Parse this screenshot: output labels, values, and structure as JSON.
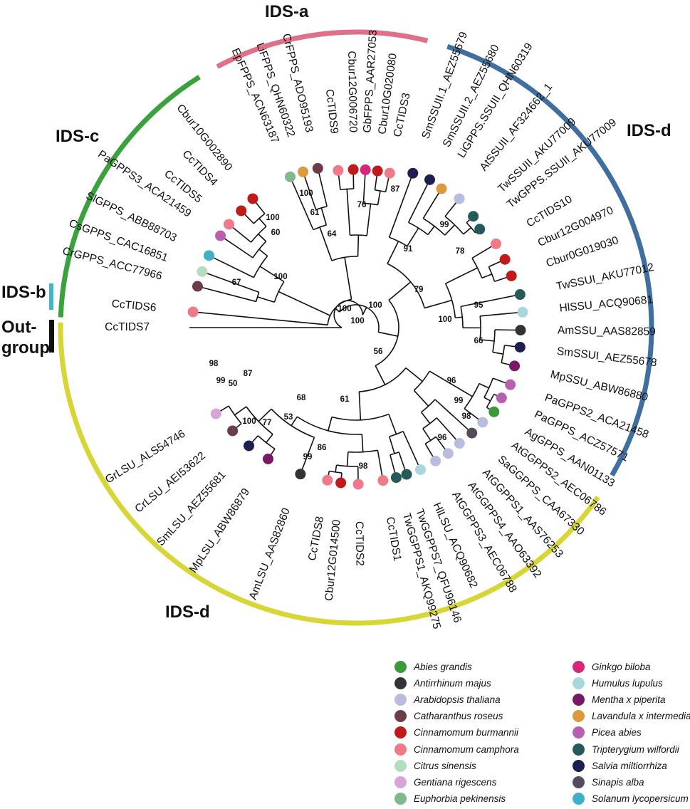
{
  "clades": {
    "ids_a": {
      "label": "IDS-a",
      "color": "#e07088"
    },
    "ids_b": {
      "label": "IDS-b",
      "color": "#3fb8c2"
    },
    "ids_c": {
      "label": "IDS-c",
      "color": "#3aa23a"
    },
    "ids_d_right": {
      "label": "IDS-d",
      "color": "#3f6fa0"
    },
    "ids_d_bottom": {
      "label": "IDS-d",
      "color": "#d7d636"
    },
    "outgroup": {
      "label_line1": "Out-",
      "label_line2": "group",
      "color": "#111111"
    }
  },
  "species": {
    "abies_grandis": {
      "name": "Abies grandis",
      "color": "#3a9a3a"
    },
    "antirrhinum_majus": {
      "name": "Antirrhinum majus",
      "color": "#333333"
    },
    "arabidopsis_thaliana": {
      "name": "Arabidopsis thaliana",
      "color": "#b8bde0"
    },
    "catharanthus_roseus": {
      "name": "Catharanthus roseus",
      "color": "#6b3d48"
    },
    "cinnamomum_burmannii": {
      "name": "Cinnamomum burmannii",
      "color": "#c01a1a"
    },
    "cinnamomum_camphora": {
      "name": "Cinnamomum camphora",
      "color": "#f07a8a"
    },
    "citrus_sinensis": {
      "name": "Citrus sinensis",
      "color": "#b4dcc0"
    },
    "gentiana_rigescens": {
      "name": "Gentiana rigescens",
      "color": "#d7a6d6"
    },
    "euphorbia_pekinensis": {
      "name": "Euphorbia pekinensis",
      "color": "#80b890"
    },
    "ginkgo_biloba": {
      "name": "Ginkgo biloba",
      "color": "#d6257a"
    },
    "humulus_lupulus": {
      "name": "Humulus lupulus",
      "color": "#a8d8dc"
    },
    "mentha_piperita": {
      "name": "Mentha x piperita",
      "color": "#7a1866"
    },
    "lavandula_intermedia": {
      "name": "Lavandula x intermedia",
      "color": "#dc9a3c"
    },
    "picea_abies": {
      "name": "Picea abies",
      "color": "#b860b0"
    },
    "tripterygium_wilfordii": {
      "name": "Tripterygium wilfordii",
      "color": "#245a58"
    },
    "salvia_miltiorrhiza": {
      "name": "Salvia miltiorrhiza",
      "color": "#1e1e52"
    },
    "sinapis_alba": {
      "name": "Sinapis alba",
      "color": "#574a5a"
    },
    "solanum_lycopersicum": {
      "name": "Solanum lycopersicum",
      "color": "#3fb0c8"
    }
  },
  "legend_order": [
    "abies_grandis",
    "antirrhinum_majus",
    "arabidopsis_thaliana",
    "catharanthus_roseus",
    "cinnamomum_burmannii",
    "cinnamomum_camphora",
    "citrus_sinensis",
    "gentiana_rigescens",
    "euphorbia_pekinensis",
    "ginkgo_biloba",
    "humulus_lupulus",
    "mentha_piperita",
    "lavandula_intermedia",
    "picea_abies",
    "tripterygium_wilfordii",
    "salvia_miltiorrhiza",
    "sinapis_alba",
    "solanum_lycopersicum"
  ],
  "leaves": [
    {
      "label": "CcTIDS7",
      "species": null
    },
    {
      "label": "CcTIDS6",
      "species": "cinnamomum_camphora"
    },
    {
      "label": "CrGPPS_ACC77966",
      "species": "catharanthus_roseus"
    },
    {
      "label": "CsGPPS_CAC16851",
      "species": "citrus_sinensis"
    },
    {
      "label": "SlGPPS_ABB88703",
      "species": "solanum_lycopersicum"
    },
    {
      "label": "PaGPPS3_ACA21459",
      "species": "picea_abies"
    },
    {
      "label": "CcTIDS5",
      "species": "cinnamomum_camphora"
    },
    {
      "label": "CcTIDS4",
      "species": "cinnamomum_burmannii"
    },
    {
      "label": "Cbur10G002890",
      "species": "cinnamomum_burmannii"
    },
    {
      "label": "EpFPPS_ACN63187",
      "species": "euphorbia_pekinensis"
    },
    {
      "label": "LiFPPS_QHN60322",
      "species": "lavandula_intermedia"
    },
    {
      "label": "CrFPPS_ADO95193",
      "species": "catharanthus_roseus"
    },
    {
      "label": "CcTIDS9",
      "species": "cinnamomum_camphora"
    },
    {
      "label": "Cbur12G006720",
      "species": "cinnamomum_burmannii"
    },
    {
      "label": "GbFPPS_AAR27053",
      "species": "ginkgo_biloba"
    },
    {
      "label": "Cbur10G020080",
      "species": "cinnamomum_burmannii"
    },
    {
      "label": "CcTIDS3",
      "species": "cinnamomum_camphora"
    },
    {
      "label": "SmSSUII.1_AEZ55679",
      "species": "salvia_miltiorrhiza"
    },
    {
      "label": "SmSSUII.2_AEZ55680",
      "species": "salvia_miltiorrhiza"
    },
    {
      "label": "LiGPPS.SSUII_QHN60319",
      "species": "lavandula_intermedia"
    },
    {
      "label": "AtSSUII_AF324662_1",
      "species": "arabidopsis_thaliana"
    },
    {
      "label": "TwSSUII_AKU77009",
      "species": "tripterygium_wilfordii"
    },
    {
      "label": "TwGPPS.SSUII_AKU77009",
      "species": "tripterygium_wilfordii"
    },
    {
      "label": "CcTIDS10",
      "species": "cinnamomum_camphora"
    },
    {
      "label": "Cbur12G004970",
      "species": "cinnamomum_burmannii"
    },
    {
      "label": "Cbur0G019030",
      "species": "cinnamomum_burmannii"
    },
    {
      "label": "TwSSUI_AKU77012",
      "species": "tripterygium_wilfordii"
    },
    {
      "label": "HlSSU_ACQ90681",
      "species": "humulus_lupulus"
    },
    {
      "label": "AmSSU_AAS82859",
      "species": "antirrhinum_majus"
    },
    {
      "label": "SmSSUI_AEZ55678",
      "species": "salvia_miltiorrhiza"
    },
    {
      "label": "MpSSU_ABW86880",
      "species": "mentha_piperita"
    },
    {
      "label": "PaGPPS2_ACA21458",
      "species": "picea_abies"
    },
    {
      "label": "PaGPPS_ACZ57571",
      "species": "picea_abies"
    },
    {
      "label": "AgGPPS_AAN01133",
      "species": "abies_grandis"
    },
    {
      "label": "AtGGPPS2_AEC06786",
      "species": "arabidopsis_thaliana"
    },
    {
      "label": "SaGGPPS_CAA67330",
      "species": "sinapis_alba"
    },
    {
      "label": "AtGGPPS1_AAS76253",
      "species": "arabidopsis_thaliana"
    },
    {
      "label": "AtGGPPS4_AAO63392",
      "species": "arabidopsis_thaliana"
    },
    {
      "label": "AtGGPPS3_AEC06788",
      "species": "arabidopsis_thaliana"
    },
    {
      "label": "HlLSU_ACQ90682",
      "species": "humulus_lupulus"
    },
    {
      "label": "TwGGPPS7_QFU96146",
      "species": "tripterygium_wilfordii"
    },
    {
      "label": "TwGGPPS1_AKQ99275",
      "species": "tripterygium_wilfordii"
    },
    {
      "label": "CcTIDS1",
      "species": "cinnamomum_camphora"
    },
    {
      "label": "CcTIDS2",
      "species": "cinnamomum_camphora"
    },
    {
      "label": "Cbur12G014500",
      "species": "cinnamomum_burmannii"
    },
    {
      "label": "CcTIDS8",
      "species": "cinnamomum_camphora"
    },
    {
      "label": "AmLSU_AAS82860",
      "species": "antirrhinum_majus"
    },
    {
      "label": "MpLSU_ABW86879",
      "species": "mentha_piperita"
    },
    {
      "label": "SmLSU_AEZ55681",
      "species": "salvia_miltiorrhiza"
    },
    {
      "label": "CrLSU_AEI53622",
      "species": "catharanthus_roseus"
    },
    {
      "label": "GrLSU_ALS54746",
      "species": "gentiana_rigescens"
    }
  ],
  "bootstrap_values": [
    "100",
    "100",
    "100",
    "100",
    "67",
    "60",
    "100",
    "64",
    "61",
    "100",
    "76",
    "87",
    "91",
    "99",
    "78",
    "79",
    "100",
    "95",
    "66",
    "96",
    "99",
    "98",
    "96",
    "56",
    "61",
    "68",
    "98",
    "86",
    "99",
    "53",
    "77",
    "100",
    "50",
    "87",
    "98",
    "99"
  ]
}
